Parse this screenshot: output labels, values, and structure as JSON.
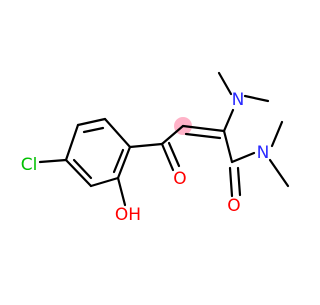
{
  "molecule": {
    "atom_labels": {
      "chlorine": "Cl",
      "hydroxyl": "OH",
      "ketone_oxygen": "O",
      "amide_oxygen": "O",
      "enamine_nitrogen": "N",
      "amide_nitrogen": "N"
    },
    "colors": {
      "bond": "#000000",
      "chlorine": "#00c000",
      "oxygen": "#ff0000",
      "nitrogen": "#2a2aff",
      "highlight_atom": "#ffb3c8"
    }
  }
}
